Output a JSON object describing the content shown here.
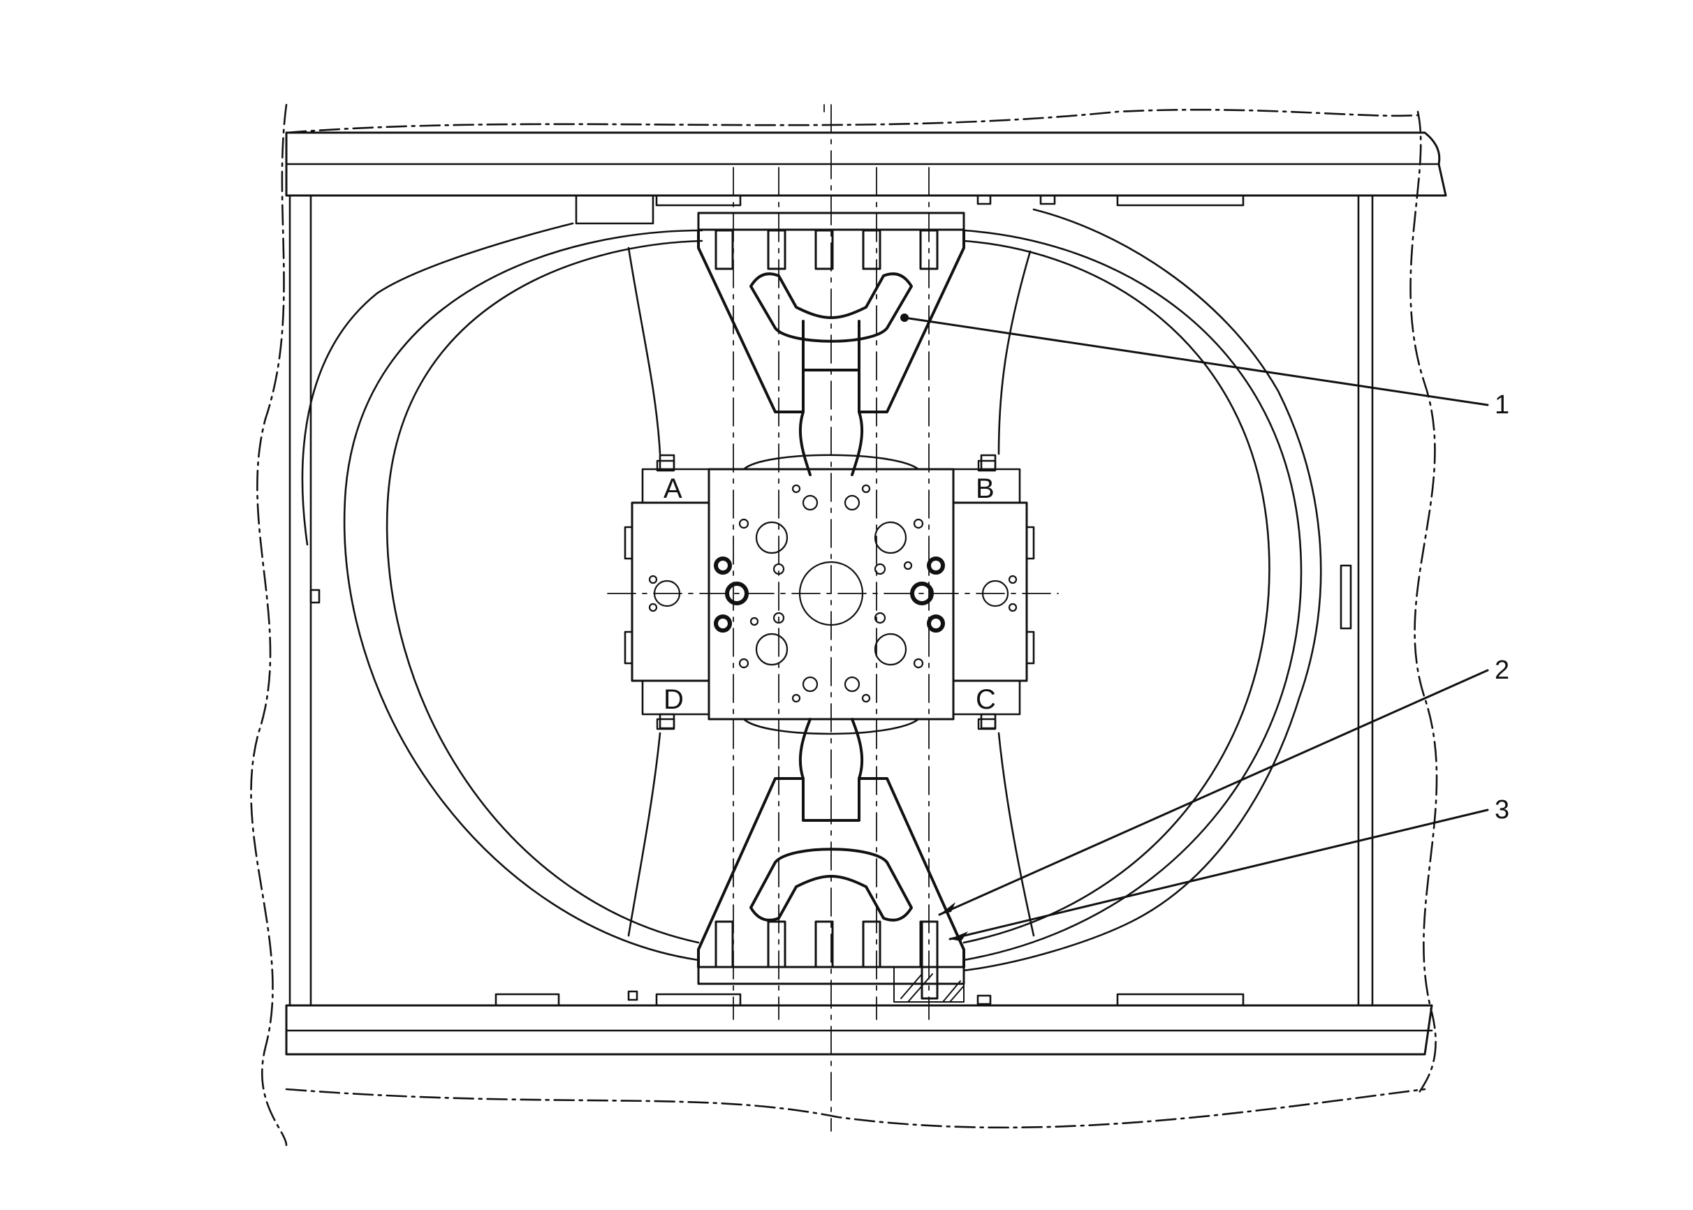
{
  "callouts": [
    {
      "id": "1",
      "label": "1"
    },
    {
      "id": "2",
      "label": "2"
    },
    {
      "id": "3",
      "label": "3"
    }
  ],
  "corner_tags": {
    "top_left": "A",
    "top_right": "B",
    "bottom_left": "D",
    "bottom_right": "C"
  },
  "colors": {
    "line": "#111111",
    "background": "#ffffff"
  }
}
